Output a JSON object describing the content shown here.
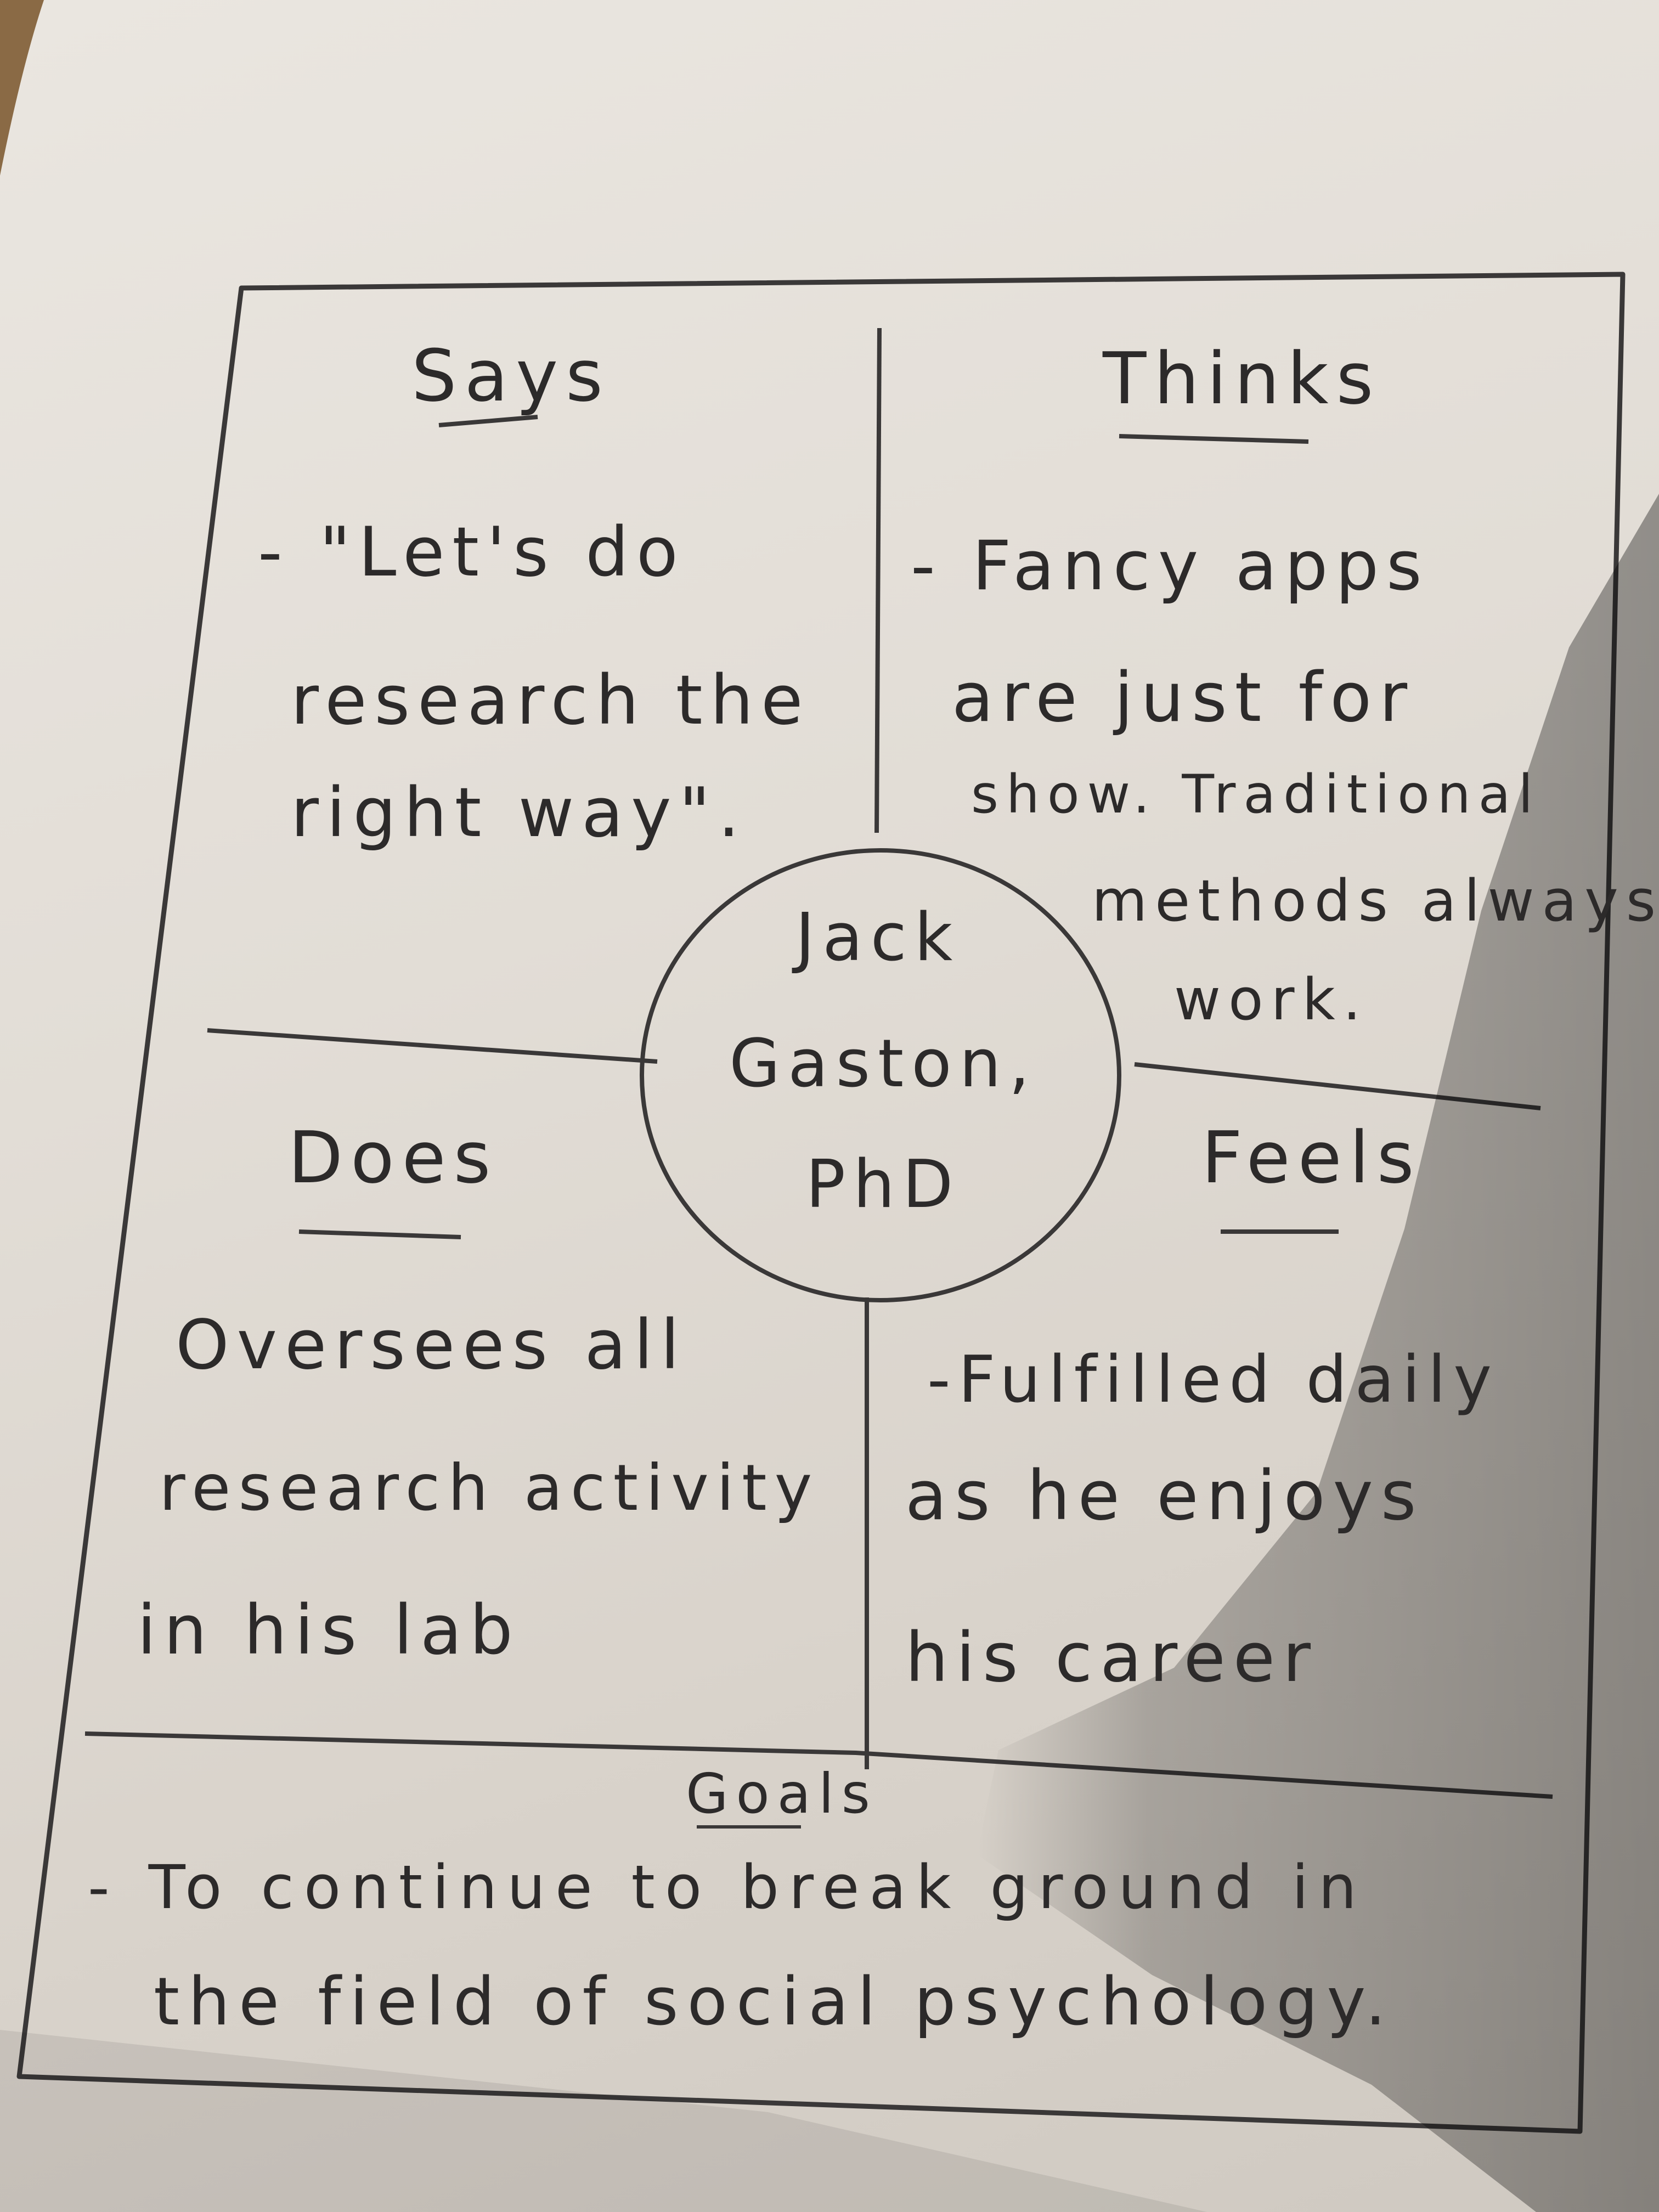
{
  "map": {
    "says": {
      "heading": "Says",
      "lines": [
        "- \"Let's do",
        "research the",
        "right way\"."
      ]
    },
    "thinks": {
      "heading": "Thinks",
      "lines": [
        "- Fancy apps",
        "are just for",
        "show. Traditional",
        "methods always",
        "work."
      ]
    },
    "does": {
      "heading": "Does",
      "lines": [
        "Oversees all",
        "research activity",
        "in his lab"
      ]
    },
    "feels": {
      "heading": "Feels",
      "lines": [
        "-Fulfilled daily",
        "as he enjoys",
        "his career"
      ]
    },
    "persona": {
      "lines": [
        "Jack",
        "Gaston,",
        "PhD"
      ]
    },
    "goals": {
      "heading": "Goals",
      "lines": [
        "- To continue to break ground in",
        "the field of social psychology."
      ]
    }
  },
  "colors": {
    "paper": "#e4dfd8",
    "pencil": "#3a3838",
    "background": "#2a211a"
  }
}
